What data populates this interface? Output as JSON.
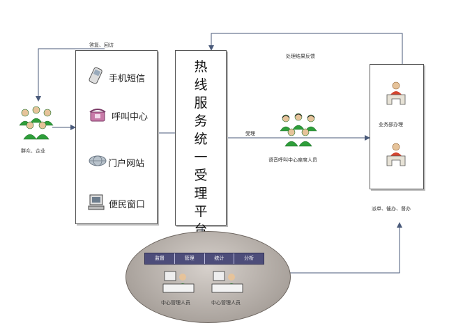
{
  "nodes": {
    "public": {
      "label": "群众、企业"
    },
    "platform": {
      "title_chars": [
        "热",
        "线",
        "服",
        "务",
        "统",
        "一",
        "受",
        "理",
        "平",
        "台"
      ]
    },
    "call_center_staff": {
      "label": "语音呼叫中心座席人员"
    },
    "department": {
      "label": "业务部办理"
    },
    "admins": [
      {
        "label": "中心管理人员"
      },
      {
        "label": "中心管理人员"
      }
    ]
  },
  "channels": [
    {
      "label": "手机短信",
      "icon": "mobile-phone-icon"
    },
    {
      "label": "呼叫中心",
      "icon": "telephone-icon"
    },
    {
      "label": "门户网站",
      "icon": "web-portal-icon"
    },
    {
      "label": "便民窗口",
      "icon": "computer-icon"
    }
  ],
  "management_tabs": [
    "监督",
    "管理",
    "统计",
    "分析"
  ],
  "edges": {
    "reply_label": "答复、回访",
    "accept_label": "受理",
    "feedback_label": "处理结果反馈",
    "dispatch_label": "派单、催办、督办"
  },
  "colors": {
    "person": "#2e9e3a",
    "person_dark": "#1c6e27",
    "line": "#4a5a7a",
    "tab_bar": "#4d4d7a"
  }
}
